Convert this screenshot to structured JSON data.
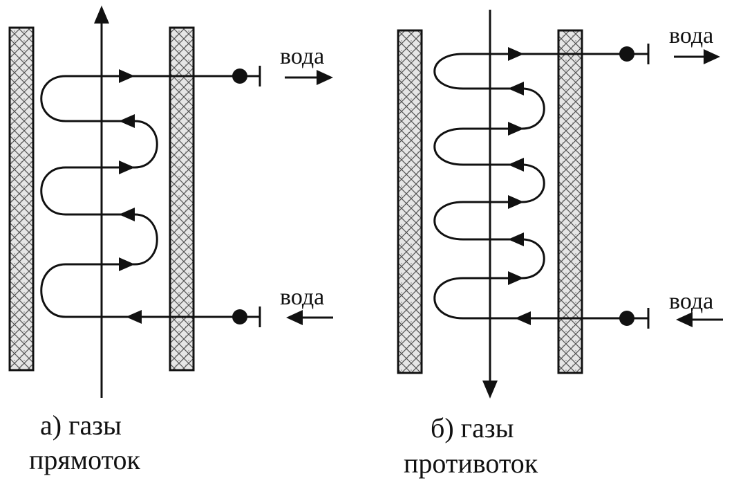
{
  "colors": {
    "ink": "#111111",
    "wall_fill": "#e6e6e6",
    "background": "#ffffff"
  },
  "panels": [
    {
      "id": "a",
      "caption_line1": "а) газы",
      "caption_line2": "прямоток",
      "gas_flow": "up",
      "water_top": "вода",
      "water_bottom": "вода",
      "water_top_direction": "right",
      "water_bottom_direction": "left"
    },
    {
      "id": "b",
      "caption_line1": "б) газы",
      "caption_line2": "противоток",
      "gas_flow": "down",
      "water_top": "вода",
      "water_bottom": "вода",
      "water_top_direction": "right",
      "water_bottom_direction": "left"
    }
  ]
}
